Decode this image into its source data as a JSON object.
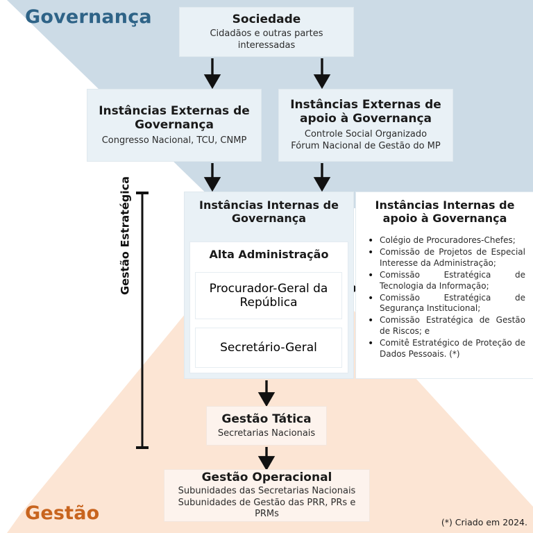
{
  "zones": {
    "top_label": "Governança",
    "bottom_label": "Gestão",
    "top_color": "#2e6387",
    "bottom_color": "#c8641e",
    "top_fill": "#ccdbe6",
    "bottom_fill": "#fce5d4"
  },
  "bracket": {
    "label": "Gestão Estratégica"
  },
  "boxes": {
    "sociedade": {
      "title": "Sociedade",
      "subtitle": "Cidadãos e outras partes interessadas"
    },
    "externas_governanca": {
      "title": "Instâncias Externas de Governança",
      "subtitle": "Congresso Nacional, TCU, CNMP"
    },
    "externas_apoio": {
      "title": "Instâncias Externas de apoio à Governança",
      "subtitle_line1": "Controle Social Organizado",
      "subtitle_line2": "Fórum Nacional de Gestão do MP"
    },
    "internas_governanca": {
      "title": "Instâncias Internas de Governança",
      "alta_administracao": "Alta Administração",
      "procurador_geral": "Procurador-Geral da República",
      "secretario_geral": "Secretário-Geral"
    },
    "internas_apoio": {
      "title": "Instâncias Internas de apoio à Governança",
      "items": [
        "Colégio de Procuradores-Chefes;",
        "Comissão de Projetos de Especial Interesse da Administração;",
        "Comissão Estratégica de Tecnologia da Informação;",
        "Comissão Estratégica de Segurança Institucional;",
        "Comissão Estratégica de Gestão de Riscos; e",
        "Comitê Estratégico de Proteção de Dados Pessoais. (*)"
      ]
    },
    "gestao_tatica": {
      "title": "Gestão Tática",
      "subtitle": "Secretarias Nacionais"
    },
    "gestao_operacional": {
      "title": "Gestão Operacional",
      "subtitle_line1": "Subunidades das Secretarias Nacionais",
      "subtitle_line2": "Subunidades de Gestão das PRR, PRs e PRMs"
    }
  },
  "footnote": "(*) Criado em 2024."
}
